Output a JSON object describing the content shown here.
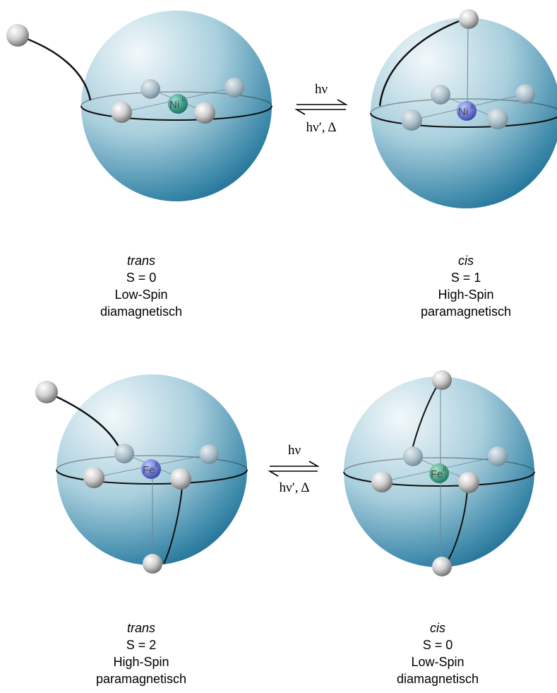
{
  "complexes": [
    {
      "metal": "Ni",
      "oxidation": "II",
      "state": "trans",
      "spin": "S = 0",
      "spin_type": "Low-Spin",
      "magnetism": "diamagnetisch",
      "metal_color": "#3f9e8e"
    },
    {
      "metal": "Ni",
      "oxidation": "II",
      "state": "cis",
      "spin": "S = 1",
      "spin_type": "High-Spin",
      "magnetism": "paramagnetisch",
      "metal_color": "#5b72d0"
    },
    {
      "metal": "Fe",
      "oxidation": "II",
      "state": "trans",
      "spin": "S = 2",
      "spin_type": "High-Spin",
      "magnetism": "paramagnetisch",
      "metal_color": "#6f7ad6"
    },
    {
      "metal": "Fe",
      "oxidation": "II",
      "state": "cis",
      "spin": "S = 0",
      "spin_type": "Low-Spin",
      "magnetism": "diamagnetisch",
      "metal_color": "#4fa58a"
    }
  ],
  "reactions": [
    {
      "forward": "hν",
      "reverse": "hν′, Δ"
    },
    {
      "forward": "hν",
      "reverse": "hν′, Δ"
    }
  ],
  "colors": {
    "sphere_light": "#e9f3f7",
    "sphere_dark": "#0a5f86",
    "ligand": "#bdbdbd"
  }
}
